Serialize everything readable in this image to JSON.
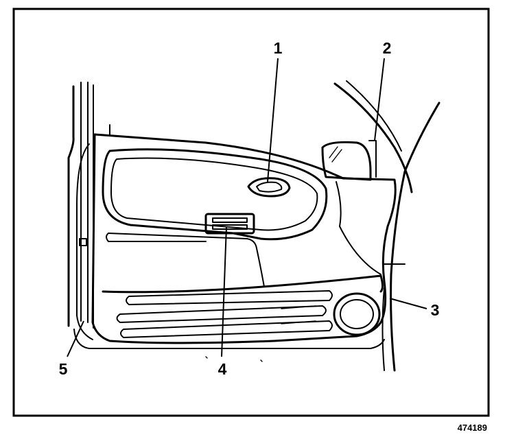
{
  "diagram": {
    "callouts": [
      {
        "id": "1",
        "label": "1"
      },
      {
        "id": "2",
        "label": "2"
      },
      {
        "id": "3",
        "label": "3"
      },
      {
        "id": "4",
        "label": "4"
      },
      {
        "id": "5",
        "label": "5"
      }
    ],
    "figure_number": "474189"
  },
  "colors": {
    "ink": "#000000",
    "paper": "#ffffff"
  }
}
